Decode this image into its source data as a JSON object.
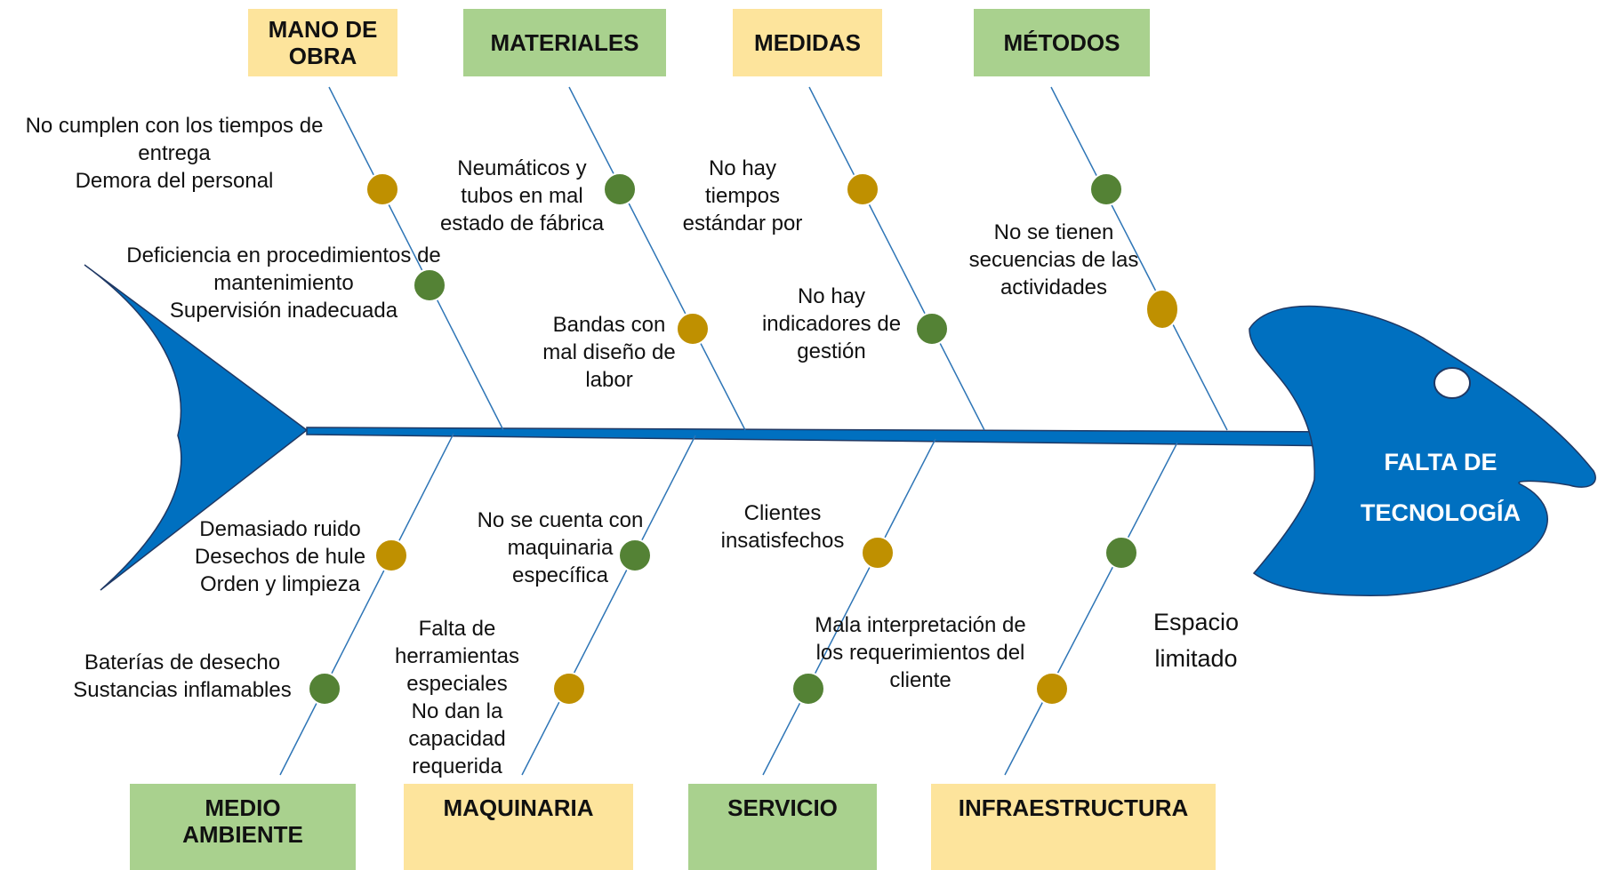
{
  "diagram": {
    "effect": "FALTA DE\nTECNOLOGÍA",
    "categories_top": [
      {
        "id": "mano",
        "label": "MANO DE\nOBRA",
        "color": "#fde49c"
      },
      {
        "id": "materiales",
        "label": "MATERIALES",
        "color": "#a9d18e"
      },
      {
        "id": "medidas",
        "label": "MEDIDAS",
        "color": "#fde49c"
      },
      {
        "id": "metodos",
        "label": "MÉTODOS",
        "color": "#a9d18e"
      }
    ],
    "categories_bottom": [
      {
        "id": "medio",
        "label": "MEDIO\nAMBIENTE",
        "color": "#a9d18e"
      },
      {
        "id": "maquinaria",
        "label": "MAQUINARIA",
        "color": "#fde49c"
      },
      {
        "id": "servicio",
        "label": "SERVICIO",
        "color": "#a9d18e"
      },
      {
        "id": "infra",
        "label": "INFRAESTRUCTURA",
        "color": "#fde49c"
      }
    ],
    "causes": {
      "mano_1": "No cumplen con los tiempos de\nentrega\nDemora del personal",
      "mano_2": "Deficiencia en procedimientos de\nmantenimiento\nSupervisión inadecuada",
      "materiales_1": "Neumáticos y\ntubos en mal\nestado de fábrica",
      "materiales_2": "Bandas con\nmal diseño de\nlabor",
      "medidas_1": "No hay\ntiempos\nestándar por",
      "medidas_2": "No hay\nindicadores de\ngestión",
      "metodos_1": "No se tienen\nsecuencias de las\nactividades",
      "medio_1": "Demasiado ruido\nDesechos de hule\nOrden y limpieza",
      "medio_2": "Baterías de desecho\nSustancias inflamables",
      "maquinaria_1": "No se cuenta con\nmaquinaria\nespecífica",
      "maquinaria_2": "Falta de\nherramientas\nespeciales\nNo dan la\ncapacidad\nrequerida",
      "servicio_1": "Clientes\ninsatisfechos",
      "servicio_2": "Mala interpretación de\nlos requerimientos del\ncliente",
      "infra_1": "Espacio\nlimitado"
    },
    "colors": {
      "fish": "#0070c0",
      "fish_outline": "#1f3864",
      "bone_line": "#2e75b6",
      "dot_gold": "#bf9000",
      "dot_green": "#548235",
      "dot_outline": "#ffffff"
    }
  }
}
